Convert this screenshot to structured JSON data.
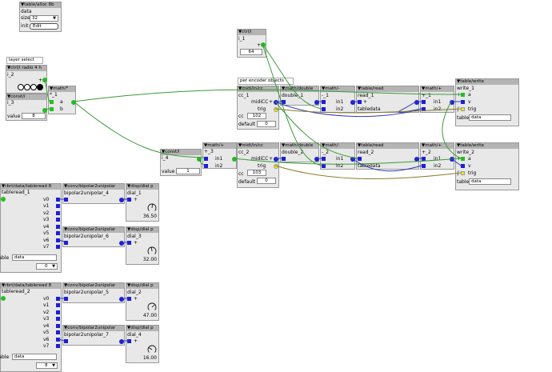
{
  "colors": {
    "canvas": "#ffffff",
    "object_bg": "#e8e8e8",
    "header_bg": "#b4b4b4",
    "inlet_outlet_blue": "#1e1ed8",
    "inlet_outlet_green": "#22c022",
    "inlet_outlet_yellow": "#ecec00",
    "wire_green": "#3a9a3a",
    "wire_blue": "#2d3cb4",
    "wire_olive": "#8a7a2a"
  },
  "comments": {
    "layer_select": "layer select",
    "per_encoder": "per encoder objects"
  },
  "objects": {
    "table_alloc": {
      "type": "table/alloc 8b",
      "name": "data",
      "size_label": "size",
      "size_value": "32",
      "init_label": "init",
      "init_button": "Edit"
    },
    "radio": {
      "type": "ctrl/i radio 4 h",
      "name": "i_2"
    },
    "const_i3": {
      "type": "const/i",
      "name": "i_3",
      "value_label": "value",
      "value": "8"
    },
    "mul": {
      "type": "math/*",
      "name": "*_1",
      "in_a": "a",
      "in_b": "b"
    },
    "ctrl_i1": {
      "type": "ctrl/i",
      "name": "i_1",
      "value": "64"
    },
    "const_i4": {
      "type": "const/i",
      "name": "i_4",
      "value_label": "value",
      "value": "1"
    },
    "add3": {
      "type": "math/+",
      "name": "+_3",
      "in1": "in1",
      "in2": "in2"
    },
    "midi1": {
      "type": "midi/in/cc",
      "name": "cc_1",
      "out1": "midiCC",
      "out2": "trig",
      "cc_label": "cc",
      "cc_value": "102",
      "default_label": "default",
      "default_value": "0"
    },
    "midi2": {
      "type": "midi/in/cc",
      "name": "cc_2",
      "out1": "midiCC",
      "out2": "trig",
      "cc_label": "cc",
      "cc_value": "103",
      "default_label": "default",
      "default_value": "0"
    },
    "double1": {
      "type": "math/double",
      "name": "double_1"
    },
    "double2": {
      "type": "math/double",
      "name": "double_2"
    },
    "sub1": {
      "type": "math/-",
      "name": "-_1",
      "in1": "in1",
      "in2": "in2"
    },
    "sub2": {
      "type": "math/-",
      "name": "-_2",
      "in1": "in1",
      "in2": "in2"
    },
    "read1": {
      "type": "table/read",
      "name": "read_1",
      "table": "table",
      "table_value": "data"
    },
    "read2": {
      "type": "table/read",
      "name": "read_2",
      "table": "table",
      "table_value": "data"
    },
    "add1": {
      "type": "math/+",
      "name": "+_1",
      "in1": "in1",
      "in2": "in2"
    },
    "add2": {
      "type": "math/+",
      "name": "+_2",
      "in1": "in1",
      "in2": "in2"
    },
    "write1": {
      "type": "table/write",
      "name": "write_1",
      "in_a": "a",
      "in_v": "v",
      "in_trig": "trig",
      "table_label": "table",
      "table_value": "data"
    },
    "write2": {
      "type": "table/write",
      "name": "write_2",
      "in_a": "a",
      "in_v": "v",
      "in_trig": "trig",
      "table_label": "table",
      "table_value": "data"
    },
    "tableread8_1": {
      "type": "rbrt/data/tableread 8",
      "name": "tableread_1",
      "outputs": [
        "v0",
        "v1",
        "v2",
        "v3",
        "v4",
        "v5",
        "v6",
        "v7"
      ],
      "table_label": "table",
      "table_value": "data",
      "offset_value": "0"
    },
    "tableread8_2": {
      "type": "rbrt/data/tableread 8",
      "name": "tableread_2",
      "outputs": [
        "v0",
        "v1",
        "v2",
        "v3",
        "v4",
        "v5",
        "v6",
        "v7"
      ],
      "table_label": "table",
      "table_value": "data",
      "offset_value": "8"
    },
    "conv4": {
      "type": "conv/bipolar2unipolar",
      "name": "bipolar2unipolar_4"
    },
    "conv6": {
      "type": "conv/bipolar2unipolar",
      "name": "bipolar2unipolar_6"
    },
    "conv5": {
      "type": "conv/bipolar2unipolar",
      "name": "bipolar2unipolar_5"
    },
    "conv7": {
      "type": "conv/bipolar2unipolar",
      "name": "bipolar2unipolar_7"
    },
    "dial1": {
      "type": "disp/dial p",
      "name": "dial_1",
      "value": "36.50"
    },
    "dial3": {
      "type": "disp/dial p",
      "name": "dial_3",
      "value": "32.00"
    },
    "dial2": {
      "type": "disp/dial p",
      "name": "dial_2",
      "value": "47.00"
    },
    "dial4": {
      "type": "disp/dial p",
      "name": "dial_4",
      "value": "16.00"
    }
  }
}
